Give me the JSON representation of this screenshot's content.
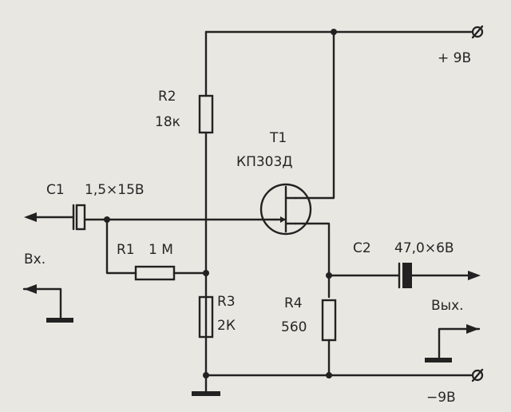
{
  "diagram": {
    "components": {
      "r2": {
        "name": "R2",
        "value": "18к"
      },
      "t1": {
        "name": "T1",
        "value": "КП303Д"
      },
      "c1": {
        "name": "C1",
        "value": "1,5×15В"
      },
      "r1": {
        "name": "R1",
        "value": "1 М"
      },
      "c2": {
        "name": "C2",
        "value": "47,0×6В"
      },
      "r3": {
        "name": "R3",
        "value": "2К"
      },
      "r4": {
        "name": "R4",
        "value": "560"
      }
    },
    "terminals": {
      "vplus": "+ 9В",
      "vminus": "−9В",
      "input": "Вх.",
      "output": "Вых."
    }
  }
}
